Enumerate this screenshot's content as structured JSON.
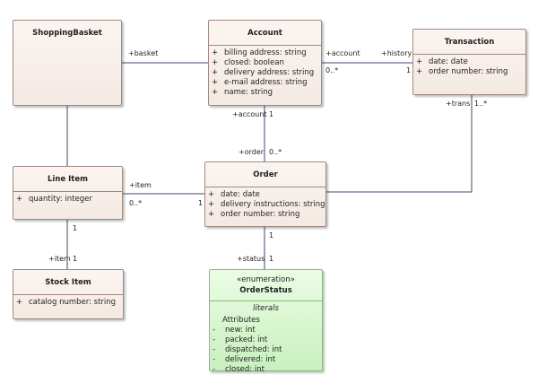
{
  "classes": {
    "shopping_basket": {
      "name": "ShoppingBasket",
      "attributes": []
    },
    "account": {
      "name": "Account",
      "attributes": [
        {
          "vis": "+",
          "text": "billing address: string"
        },
        {
          "vis": "+",
          "text": "closed: boolean"
        },
        {
          "vis": "+",
          "text": "delivery address: string"
        },
        {
          "vis": "+",
          "text": "e-mail address: string"
        },
        {
          "vis": "+",
          "text": "name: string"
        }
      ]
    },
    "transaction": {
      "name": "Transaction",
      "attributes": [
        {
          "vis": "+",
          "text": "date: date"
        },
        {
          "vis": "+",
          "text": "order number: string"
        }
      ]
    },
    "line_item": {
      "name": "Line Item",
      "attributes": [
        {
          "vis": "+",
          "text": "quantity: integer"
        }
      ]
    },
    "order": {
      "name": "Order",
      "attributes": [
        {
          "vis": "+",
          "text": "date: date"
        },
        {
          "vis": "+",
          "text": "delivery instructions: string"
        },
        {
          "vis": "+",
          "text": "order number: string"
        }
      ]
    },
    "stock_item": {
      "name": "Stock Item",
      "attributes": [
        {
          "vis": "+",
          "text": "catalog number: string"
        }
      ]
    },
    "order_status": {
      "stereotype": "«enumeration»",
      "name": "OrderStatus",
      "section": "literals",
      "subsection": "Attributes",
      "literals": [
        {
          "vis": "-",
          "text": "new: int"
        },
        {
          "vis": "-",
          "text": "packed: int"
        },
        {
          "vis": "-",
          "text": "dispatched: int"
        },
        {
          "vis": "-",
          "text": "delivered: int"
        },
        {
          "vis": "-",
          "text": "closed: int"
        }
      ]
    }
  },
  "labels": {
    "basket": "+basket",
    "account_right": "+account",
    "account_right_mult": "0..*",
    "history": "+history",
    "history_mult": "1",
    "trans": "+trans",
    "trans_mult": "1..*",
    "account_bottom": "+account",
    "account_bottom_mult": "1",
    "order_top": "+order",
    "order_top_mult": "0..*",
    "item": "+item",
    "item_mult": "0..*",
    "order_left_mult": "1",
    "line_item_mult": "1",
    "stock_item_role": "+item",
    "stock_item_mult": "1",
    "order_bottom_mult": "1",
    "status": "+status",
    "status_mult": "1"
  }
}
